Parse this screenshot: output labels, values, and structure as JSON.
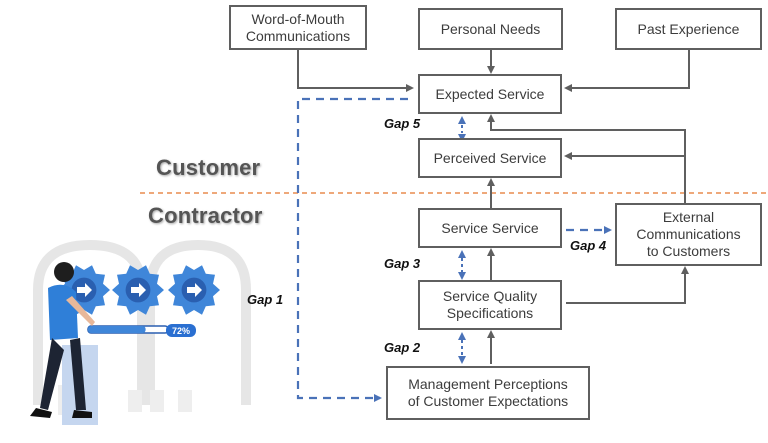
{
  "sections": {
    "customer": "Customer",
    "contractor": "Contractor"
  },
  "boxes": {
    "word_of_mouth": [
      "Word-of-Mouth",
      "Communications"
    ],
    "personal_needs": [
      "Personal Needs"
    ],
    "past_experience": [
      "Past Experience"
    ],
    "expected_service": [
      "Expected Service"
    ],
    "perceived_service": [
      "Perceived Service"
    ],
    "service_service": [
      "Service Service"
    ],
    "external_comms": [
      "External",
      "Communications",
      "to Customers"
    ],
    "quality_specs": [
      "Service Quality",
      "Specifications"
    ],
    "management": [
      "Management Perceptions",
      "of Customer Expectations"
    ]
  },
  "gaps": {
    "gap1": "Gap 1",
    "gap2": "Gap 2",
    "gap3": "Gap 3",
    "gap4": "Gap 4",
    "gap5": "Gap 5"
  },
  "illustration": {
    "progress_label": "72%",
    "progress": 0.72
  },
  "colors": {
    "box_border": "#5f5f5f",
    "dashed_arrow": "#4a72b8",
    "divider": "#e88b4f",
    "gear": "#3f86d9",
    "gear_dark": "#2a5fb0"
  }
}
